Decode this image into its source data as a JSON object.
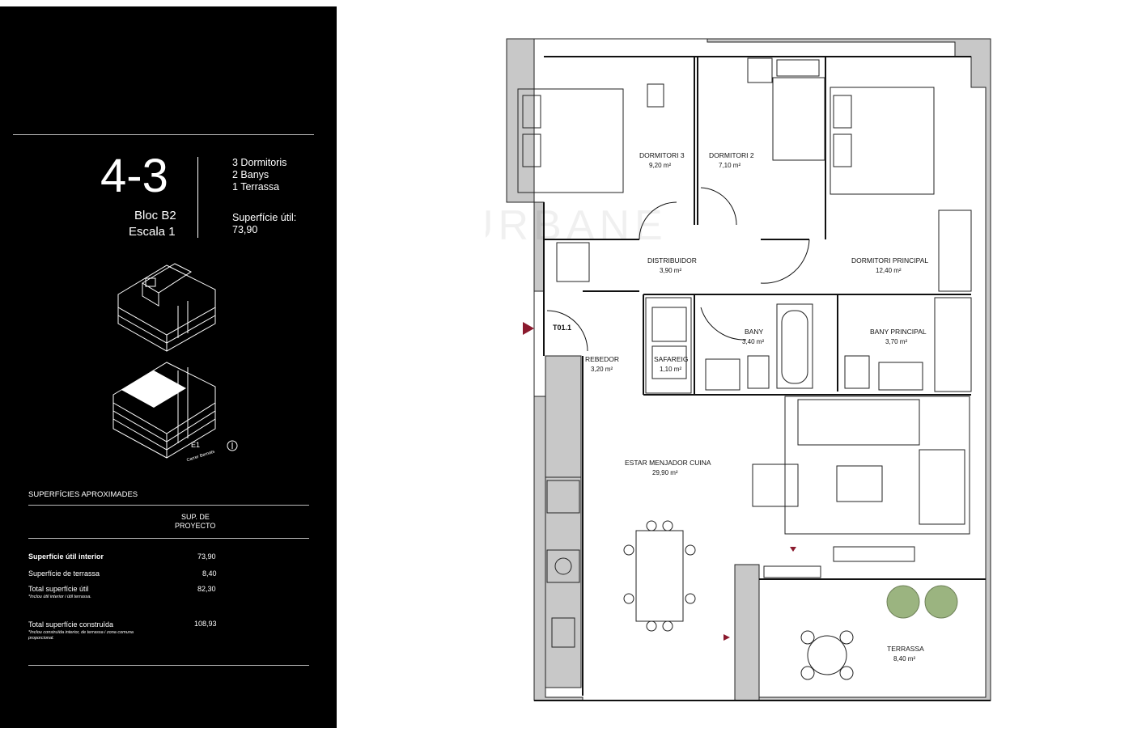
{
  "unit": {
    "code": "4-3",
    "block": "Bloc B2",
    "stair": "Escala 1",
    "features": [
      "3 Dormitoris",
      "2 Banys",
      "1 Terrassa"
    ],
    "useful_label": "Superfície útil:",
    "useful_value": "73,90"
  },
  "iso_labels": {
    "entrance": "E1",
    "street": "Carrer Bernats"
  },
  "table": {
    "title": "SUPERFÍCIES APROXIMADES",
    "col_header_1": "SUP. DE",
    "col_header_2": "PROYECTO",
    "rows": [
      {
        "label": "Superfície útil interior",
        "value": "73,90",
        "note": ""
      },
      {
        "label": "Superfície de terrassa",
        "value": "8,40",
        "note": ""
      },
      {
        "label": "Total superfície útil",
        "value": "82,30",
        "note": "*Inclou útil interior i útil terrassa."
      },
      {
        "label": "Total superfície construïda",
        "value": "108,93",
        "note": "*Inclou construïda interior, de terrassa i zona comuna proporcional."
      }
    ]
  },
  "rooms": {
    "dorm3": {
      "name": "DORMITORI 3",
      "area": "9,20 m²"
    },
    "dorm2": {
      "name": "DORMITORI 2",
      "area": "7,10 m²"
    },
    "dormp": {
      "name": "DORMITORI PRINCIPAL",
      "area": "12,40 m²"
    },
    "dist": {
      "name": "DISTRIBUIDOR",
      "area": "3,90 m²"
    },
    "bany": {
      "name": "BANY",
      "area": "3,40 m²"
    },
    "banyp": {
      "name": "BANY PRINCIPAL",
      "area": "3,70 m²"
    },
    "safa": {
      "name": "SAFAREIG",
      "area": "1,10 m²"
    },
    "rebedor": {
      "name": "REBEDOR",
      "area": "3,20 m²"
    },
    "estar": {
      "name": "ESTAR MENJADOR CUINA",
      "area": "29,90 m²"
    },
    "terrassa": {
      "name": "TERRASSA",
      "area": "8,40 m²"
    }
  },
  "entry_tag": "T01.1",
  "watermark": "URBANE",
  "colors": {
    "wall": "#c8c8c8",
    "panel": "#000000",
    "marker": "#8b1a2e",
    "plant": "#8aa86a"
  }
}
